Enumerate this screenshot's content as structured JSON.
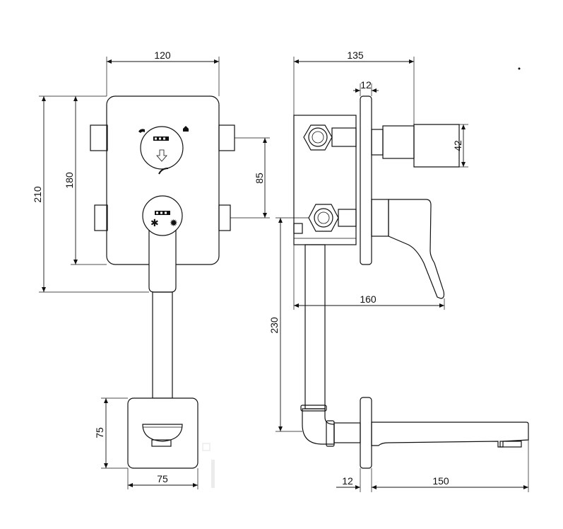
{
  "dimensions": {
    "front_width": "120",
    "front_height_total": "210",
    "front_height_plate": "180",
    "front_inlet_spacing": "85",
    "spout_plate_height": "75",
    "spout_plate_width": "75",
    "side_depth": "135",
    "side_flange": "12",
    "side_inlet_diameter": "42",
    "side_lever_reach": "160",
    "side_pipe_drop": "230",
    "side_spout_flange": "12",
    "side_spout_length": "150"
  },
  "icons": [
    "logo-mark",
    "handshower-icon",
    "bath-icon",
    "spout-outlet-icon",
    "diverter-arrow-icon",
    "cold-icon",
    "hot-icon"
  ]
}
